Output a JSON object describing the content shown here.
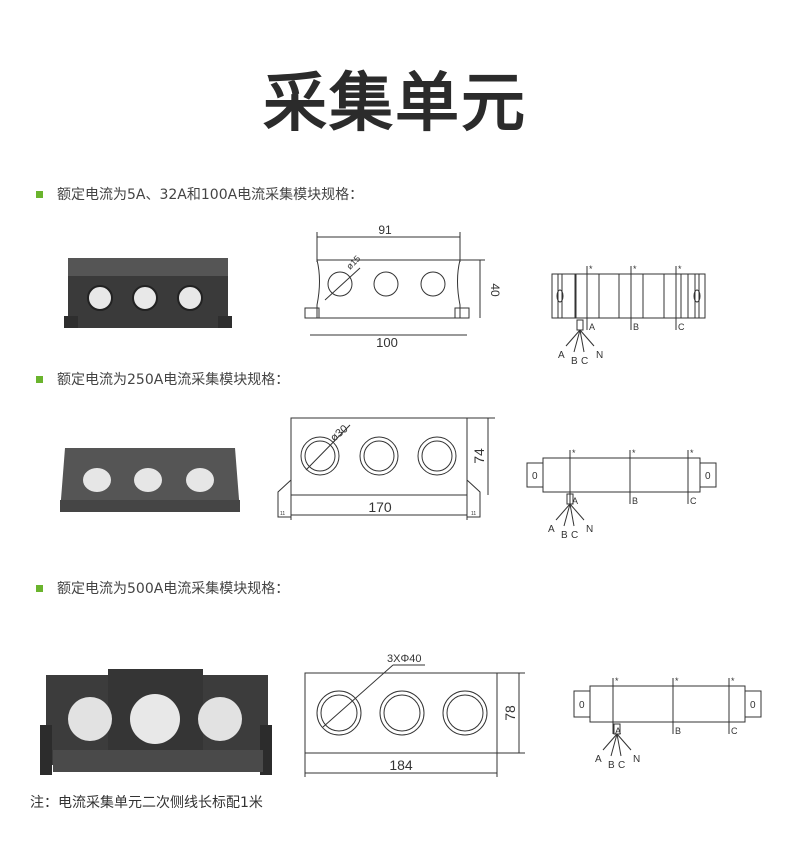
{
  "title": "采集单元",
  "sections": [
    {
      "heading": "额定电流为5A、32A和100A电流采集模块规格：",
      "dims": {
        "top": "91",
        "side": "40",
        "bottom": "100",
        "hole": "ø15"
      }
    },
    {
      "heading": "额定电流为250A电流采集模块规格：",
      "dims": {
        "side": "74",
        "bottom": "170",
        "hole": "ø30",
        "foot_left": "11",
        "foot_right": "11"
      }
    },
    {
      "heading": "额定电流为500A电流采集模块规格：",
      "dims": {
        "side": "78",
        "bottom": "184",
        "hole": "3XΦ40"
      }
    }
  ],
  "schematic": {
    "phases": [
      "A",
      "B",
      "C"
    ],
    "wires": [
      "A",
      "B",
      "C",
      "N"
    ],
    "star": "*",
    "tab": "0"
  },
  "note": "注：电流采集单元二次侧线长标配1米",
  "colors": {
    "bullet": "#6ab42d",
    "body": "#3d3d3d"
  }
}
